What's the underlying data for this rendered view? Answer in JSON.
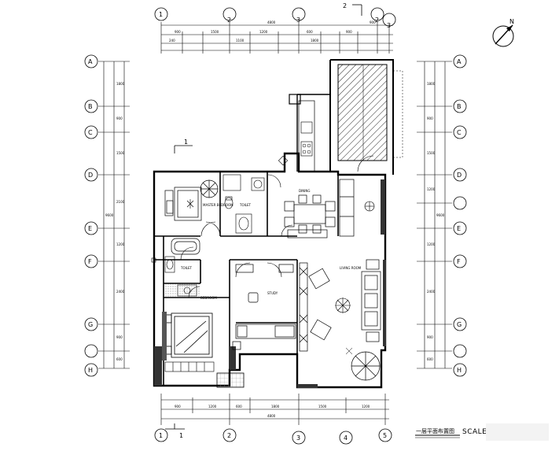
{
  "drawing": {
    "title": "一层平面布置图",
    "scale_label": "SCALE",
    "north_label": "N"
  },
  "axes": {
    "top": [
      "1",
      "2",
      "3",
      "2",
      "3"
    ],
    "top_extra": "2",
    "bottom": [
      "1",
      "2",
      "3",
      "4",
      "5"
    ],
    "left": [
      "A",
      "B",
      "C",
      "D",
      "E",
      "F",
      "G",
      "H"
    ],
    "right": [
      "A",
      "B",
      "C",
      "D",
      "E",
      "F",
      "G",
      "H"
    ]
  },
  "section_marks": {
    "top_left": "1",
    "bottom_left": "1",
    "top_right": "2"
  },
  "rooms": {
    "master_bedroom": "MASTER BEDROOM",
    "bathroom": "TOILET",
    "dining": "DINING",
    "living": "LIVING ROOM",
    "bedroom": "BEDROOM",
    "study": "STUDY"
  }
}
